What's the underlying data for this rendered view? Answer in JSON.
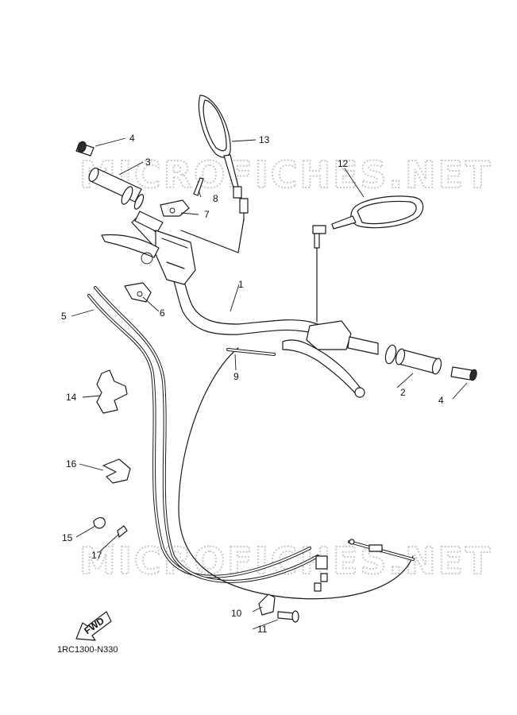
{
  "diagram": {
    "code": "1RC1300-N330",
    "watermark": "MICROFICHES.NET",
    "fwd_label": "FWD",
    "callouts": [
      "1",
      "2",
      "3",
      "4",
      "4",
      "5",
      "6",
      "7",
      "8",
      "9",
      "10",
      "11",
      "12",
      "13",
      "14",
      "15",
      "16",
      "17"
    ]
  }
}
